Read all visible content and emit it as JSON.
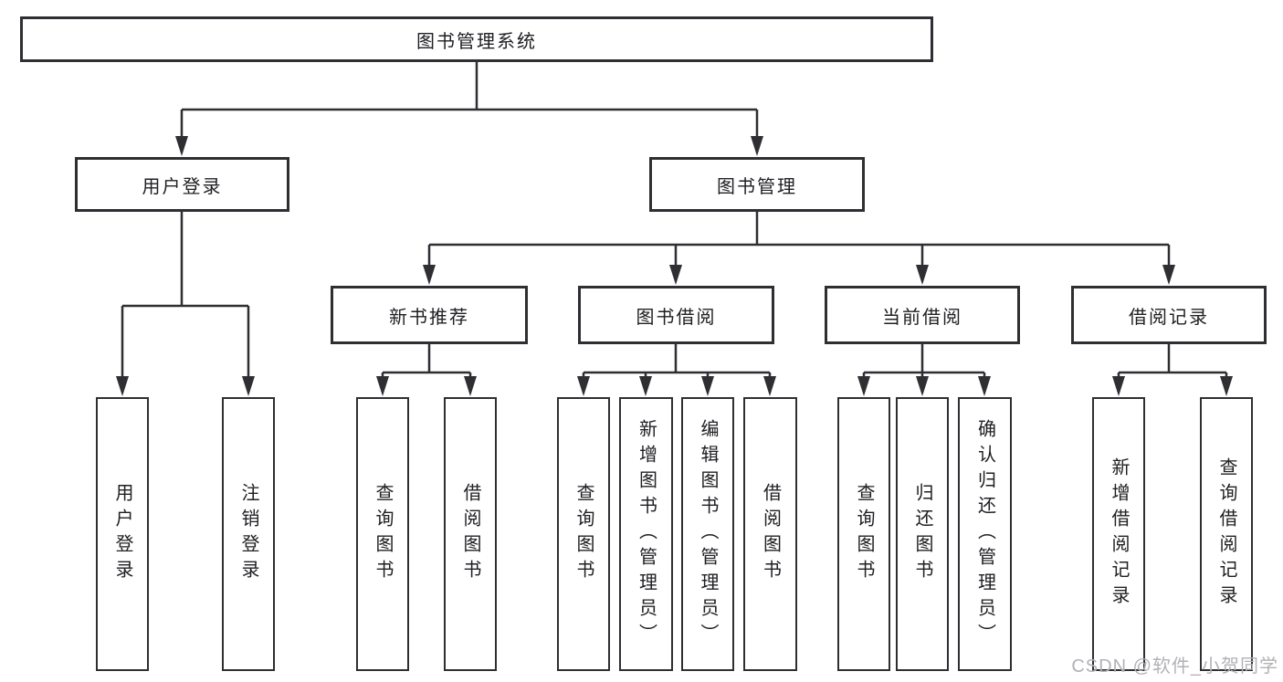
{
  "diagram_title": "图书管理系统",
  "colors": {
    "line": "#2f2f33",
    "text": "#202024",
    "background": "#ffffff",
    "watermark": "#b2b2b6"
  },
  "tree": {
    "root": {
      "label": "图书管理系统"
    },
    "level2": [
      {
        "label": "用户登录",
        "children": [
          "用户登录",
          "注销登录"
        ]
      },
      {
        "label": "图书管理"
      }
    ],
    "level3": [
      {
        "label": "新书推荐",
        "children": [
          "查询图书",
          "借阅图书"
        ]
      },
      {
        "label": "图书借阅",
        "children": [
          "查询图书",
          "新增图书（管理员）",
          "编辑图书（管理员）",
          "借阅图书"
        ]
      },
      {
        "label": "当前借阅",
        "children": [
          "查询图书",
          "归还图书",
          "确认归还（管理员）"
        ]
      },
      {
        "label": "借阅记录",
        "children": [
          "新增借阅记录",
          "查询借阅记录"
        ]
      }
    ]
  },
  "watermark": "CSDN @软件_小贺同学"
}
